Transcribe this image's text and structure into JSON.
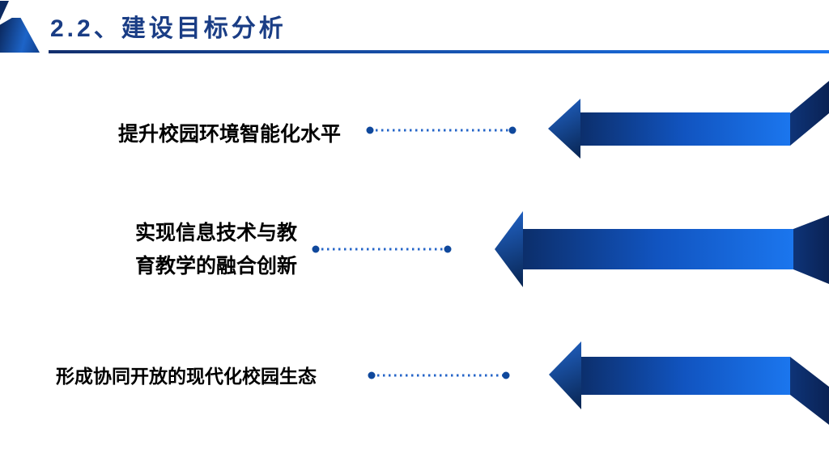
{
  "slide": {
    "title": "2.2、建设目标分析",
    "items": [
      {
        "label": "提升校园环境智能化水平",
        "lines": [
          "提升校园环境智能化水平"
        ]
      },
      {
        "label": "实现信息技术与教育教学的融合创新",
        "lines": [
          "实现信息技术与教",
          "育教学的融合创新"
        ]
      },
      {
        "label": "形成协同开放的现代化校园生态",
        "lines": [
          "形成协同开放的现代化校园生态"
        ]
      }
    ],
    "colors": {
      "title_text": "#1a3d85",
      "label_text": "#000000",
      "underline_left": "#132f6d",
      "underline_right": "#1b76f0",
      "arrow_dark": "#0c2e6a",
      "arrow_bright": "#1b76ee",
      "arrow_fold": "#0a2254",
      "leader_dash": "#2565c8",
      "leader_end_dot": "#0f489c",
      "corner_flag": "#1d64c8"
    }
  }
}
